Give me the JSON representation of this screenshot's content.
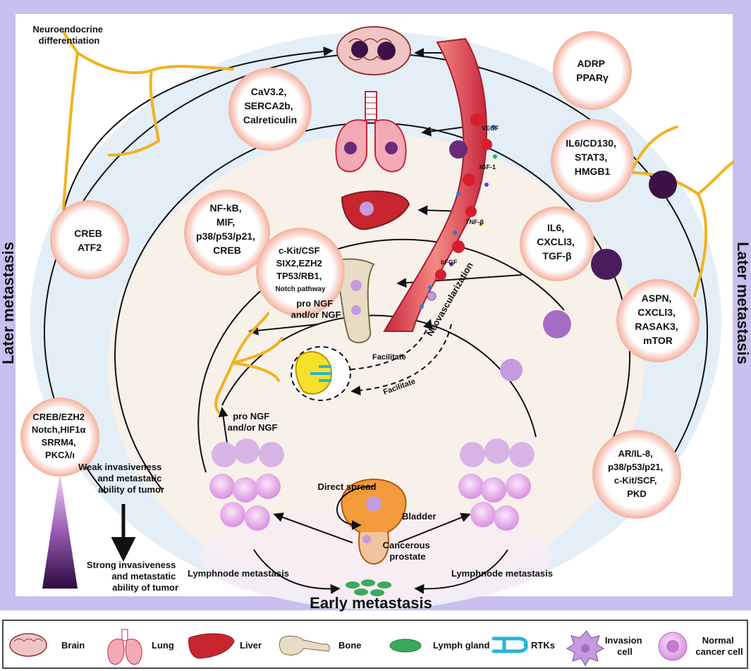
{
  "side_labels": {
    "left": "Later metastasis",
    "right": "Later metastasis",
    "bottom": "Early metastasis"
  },
  "annotations": {
    "neuroendocrine": [
      "Neuroendocrine",
      "differentiation"
    ],
    "neovascularization": "Neovascularization",
    "direct_spread": "Direct spread",
    "bladder": "Bladder",
    "cancerous_prostate": [
      "Cancerous",
      "prostate"
    ],
    "lymph_left": "Lymphnode metastasis",
    "lymph_right": "Lymphnode metastasis",
    "facilitate_top": "Facilitate",
    "facilitate_bottom": "Facilitate",
    "pro_ngf_top": [
      "pro NGF",
      "and/or NGF"
    ],
    "pro_ngf_bottom": [
      "pro NGF",
      "and/or NGF"
    ],
    "weak": [
      "Weak invasiveness",
      "and metastatic",
      "ability of tumor"
    ],
    "strong": [
      "Strong invasiveness",
      "and metastatic",
      "ability of tumor"
    ]
  },
  "vessel_factors": [
    "VEGF",
    "IGF-1",
    "TNF-β",
    "bFGF"
  ],
  "factor_bubbles": {
    "cav": [
      "CaV3.2,",
      "SERCA2b,",
      "Calreticulin"
    ],
    "adrp": [
      "ADRP",
      "PPARγ"
    ],
    "nfkb": [
      "NF-kB,",
      "MIF,",
      "p38/p53/p21,",
      "CREB"
    ],
    "creb_atf2": [
      "CREB",
      "ATF2"
    ],
    "ckit": [
      "c-Kit/CSF",
      "SIX2,EZH2",
      "TP53/RB1,",
      "Notch pathway"
    ],
    "il6cd130": [
      "IL6/CD130,",
      "STAT3,",
      "HMGB1"
    ],
    "il6cxcl": [
      "IL6,",
      "CXCLl3,",
      "TGF-β"
    ],
    "aspn": [
      "ASPN,",
      "CXCLl3,",
      "RASAK3,",
      "mTOR"
    ],
    "crebezh2": [
      "CREB/EZH2",
      "Notch,HIF1α",
      "SRRM4,",
      "PKCλ/ι"
    ],
    "aril8": [
      "AR/IL-8,",
      "p38/p53/p21,",
      "c-Kit/SCF,",
      "PKD"
    ]
  },
  "legend": {
    "items": [
      {
        "icon": "brain-icon",
        "label": "Brain"
      },
      {
        "icon": "lung-icon",
        "label": "Lung"
      },
      {
        "icon": "liver-icon",
        "label": "Liver"
      },
      {
        "icon": "bone-icon",
        "label": "Bone"
      },
      {
        "icon": "lymph-gland-icon",
        "label": "Lymph gland"
      },
      {
        "icon": "rtk-icon",
        "label": "RTKs"
      },
      {
        "icon": "invasion-cell-icon",
        "label": [
          "Invasion",
          "cell"
        ]
      },
      {
        "icon": "normal-cell-icon",
        "label": [
          "Normal",
          "cancer cell"
        ]
      }
    ]
  },
  "colors": {
    "frame": "#c9bff0",
    "outer_band": "#e3eef7",
    "inner_fill": "#f8f4ef",
    "nerve": "#f2b21f",
    "vessel": "#e6504f",
    "invasion_cell": "#c59be0",
    "dark_cell": "#3b1146",
    "normal_cell": "#e9b9ef"
  }
}
